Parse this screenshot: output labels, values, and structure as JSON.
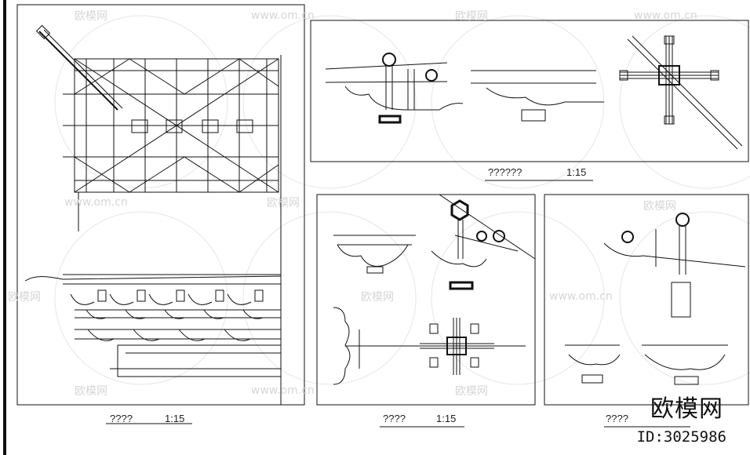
{
  "watermark": {
    "brand": "欧模网",
    "url": "www.om.cn"
  },
  "panels": {
    "left": {
      "title": "????",
      "scale": "1:15"
    },
    "top_right": {
      "title": "??????",
      "scale": "1:15"
    },
    "mid": {
      "title": "????",
      "scale": "1:15"
    },
    "right": {
      "title": "????",
      "scale": ""
    }
  },
  "brand": {
    "name": "欧模网",
    "id": "ID:3025986"
  }
}
